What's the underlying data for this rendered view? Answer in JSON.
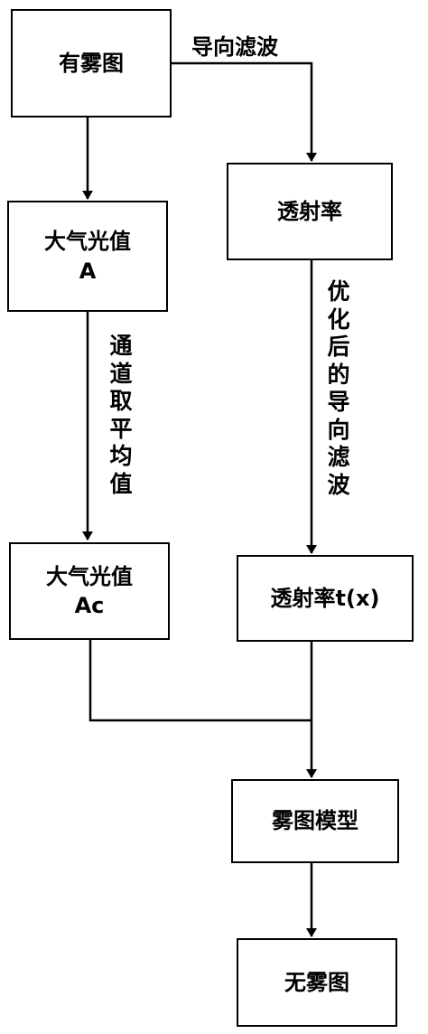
{
  "nodes": {
    "hazy_image": "有雾图",
    "atmospheric_light": {
      "line1": "大气光值",
      "line2": "A"
    },
    "transmission": "透射率",
    "atmospheric_light_avg": {
      "line1": "大气光值",
      "line2": "Ac"
    },
    "transmission_tx": "透射率t(x)",
    "fog_model": "雾图模型",
    "dehazed_image": "无雾图"
  },
  "edges": {
    "guided_filter": "导向滤波",
    "channel_average": [
      "通",
      "道",
      "取",
      "平",
      "均",
      "值"
    ],
    "optimized_guided_filter": [
      "优",
      "化",
      "后",
      "的",
      "导",
      "向",
      "滤",
      "波"
    ]
  }
}
